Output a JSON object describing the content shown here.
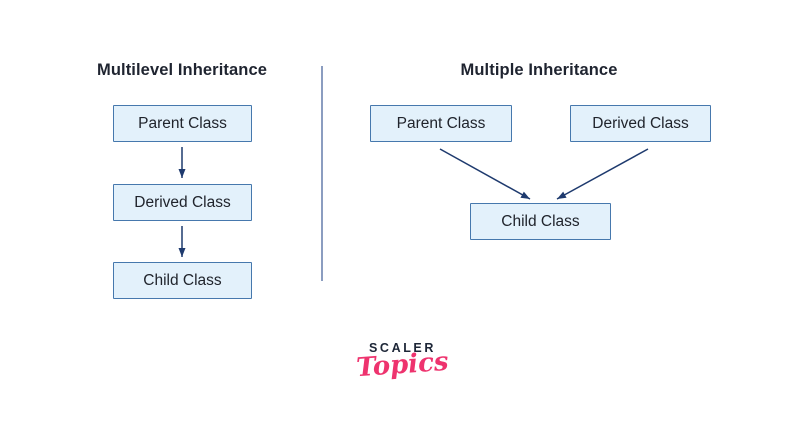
{
  "page": {
    "background": "#ffffff"
  },
  "colors": {
    "box_fill": "#e3f1fb",
    "box_border": "#4678ad",
    "arrow": "#1e3a6e",
    "divider": "#8b9dc0",
    "title_text": "#1f2430",
    "node_text": "#20242c",
    "logo_navy": "#1d2637",
    "logo_pink": "#ee336e"
  },
  "diagrams": [
    {
      "id": "multilevel-inheritance",
      "title": "Multilevel Inheritance",
      "nodes": [
        "Parent Class",
        "Derived Class",
        "Child Class"
      ],
      "edges": [
        {
          "from": "Parent Class",
          "to": "Derived Class"
        },
        {
          "from": "Derived Class",
          "to": "Child Class"
        }
      ]
    },
    {
      "id": "multiple-inheritance",
      "title": "Multiple Inheritance",
      "nodes": [
        "Parent Class",
        "Derived Class",
        "Child Class"
      ],
      "edges": [
        {
          "from": "Parent Class",
          "to": "Child Class"
        },
        {
          "from": "Derived Class",
          "to": "Child Class"
        }
      ]
    }
  ],
  "logo": {
    "primary": "SCALER",
    "secondary": "Topics"
  }
}
